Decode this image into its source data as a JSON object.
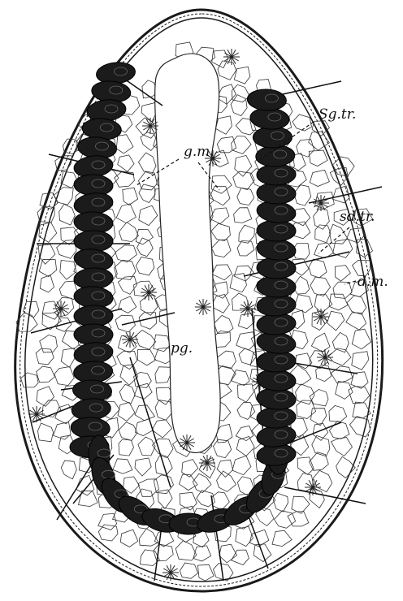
{
  "figure": {
    "labels": {
      "sg_tr": "Sg.tr.",
      "g_m": "g.m.",
      "sd_tr": "sd.tr.",
      "d_m": "d.m.",
      "pg": "pg."
    }
  },
  "colors": {
    "ink": "#111111",
    "background": "#ffffff"
  }
}
